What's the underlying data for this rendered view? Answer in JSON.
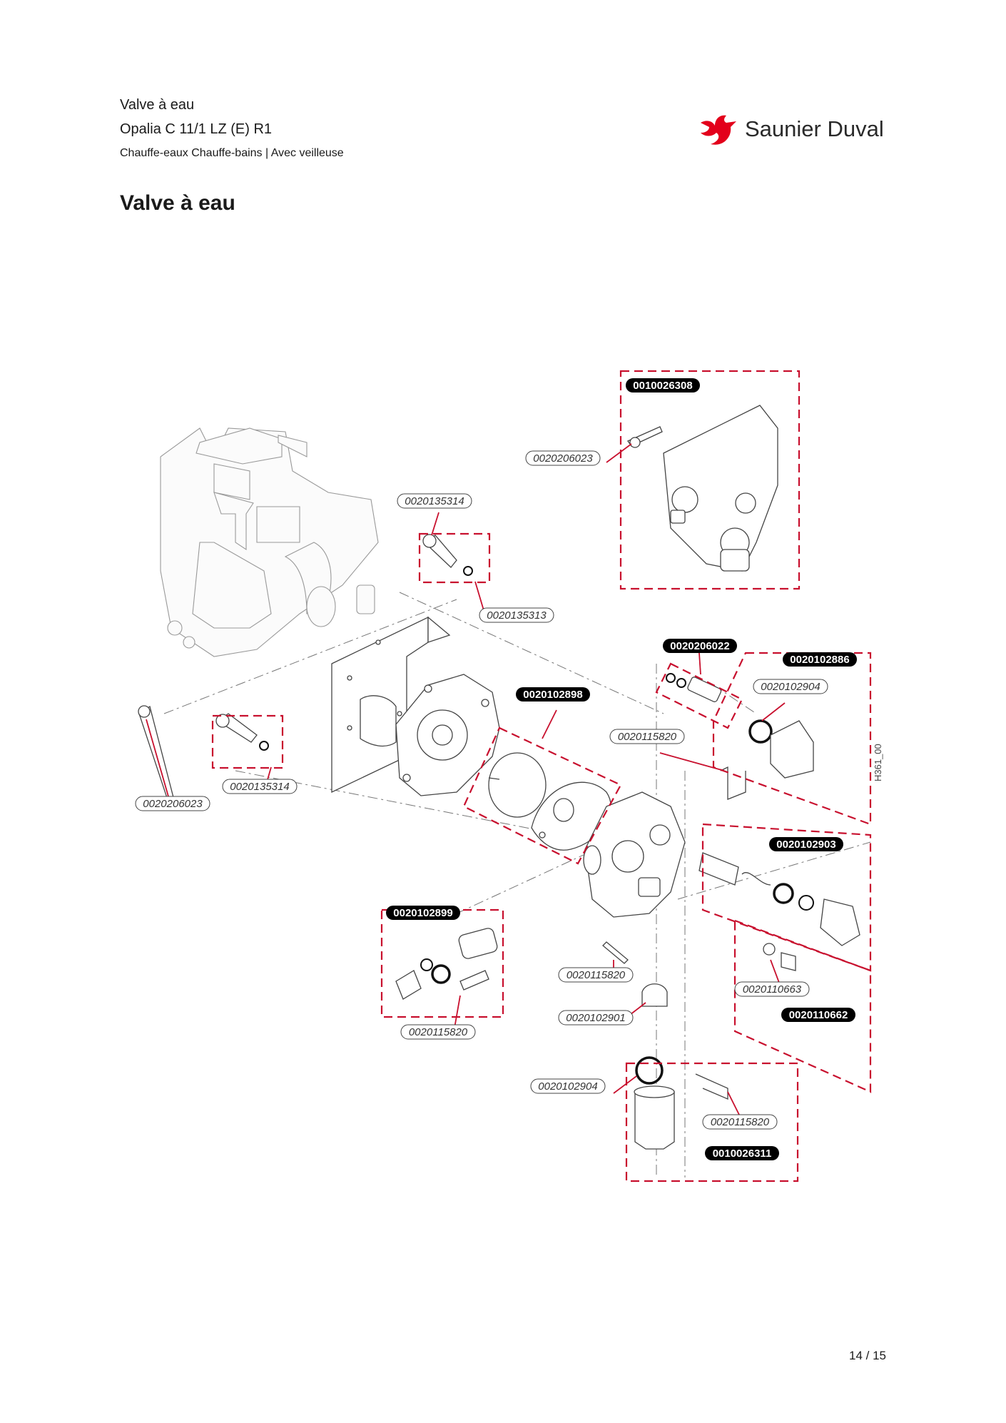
{
  "header": {
    "title": "Valve à eau",
    "model": "Opalia C 11/1 LZ (E) R1",
    "subtitle": "Chauffe-eaux Chauffe-bains | Avec veilleuse",
    "page_heading": "Valve à eau"
  },
  "brand": {
    "name": "Saunier Duval",
    "color": "#e3001b"
  },
  "diagram": {
    "drawing_ref": "H361_00",
    "group_labels": [
      "0010026308",
      "0020206022",
      "0020102886",
      "0020102898",
      "0020102903",
      "0020102899",
      "0020110662",
      "0010026311"
    ],
    "part_labels": [
      "0020206023",
      "0020135314",
      "0020135313",
      "0020102904",
      "0020115820",
      "0020135314",
      "0020206023",
      "0020110663",
      "0020115820",
      "0020102901",
      "0020115820",
      "0020102904",
      "0020115820"
    ]
  },
  "footer": {
    "page": "14 / 15"
  }
}
